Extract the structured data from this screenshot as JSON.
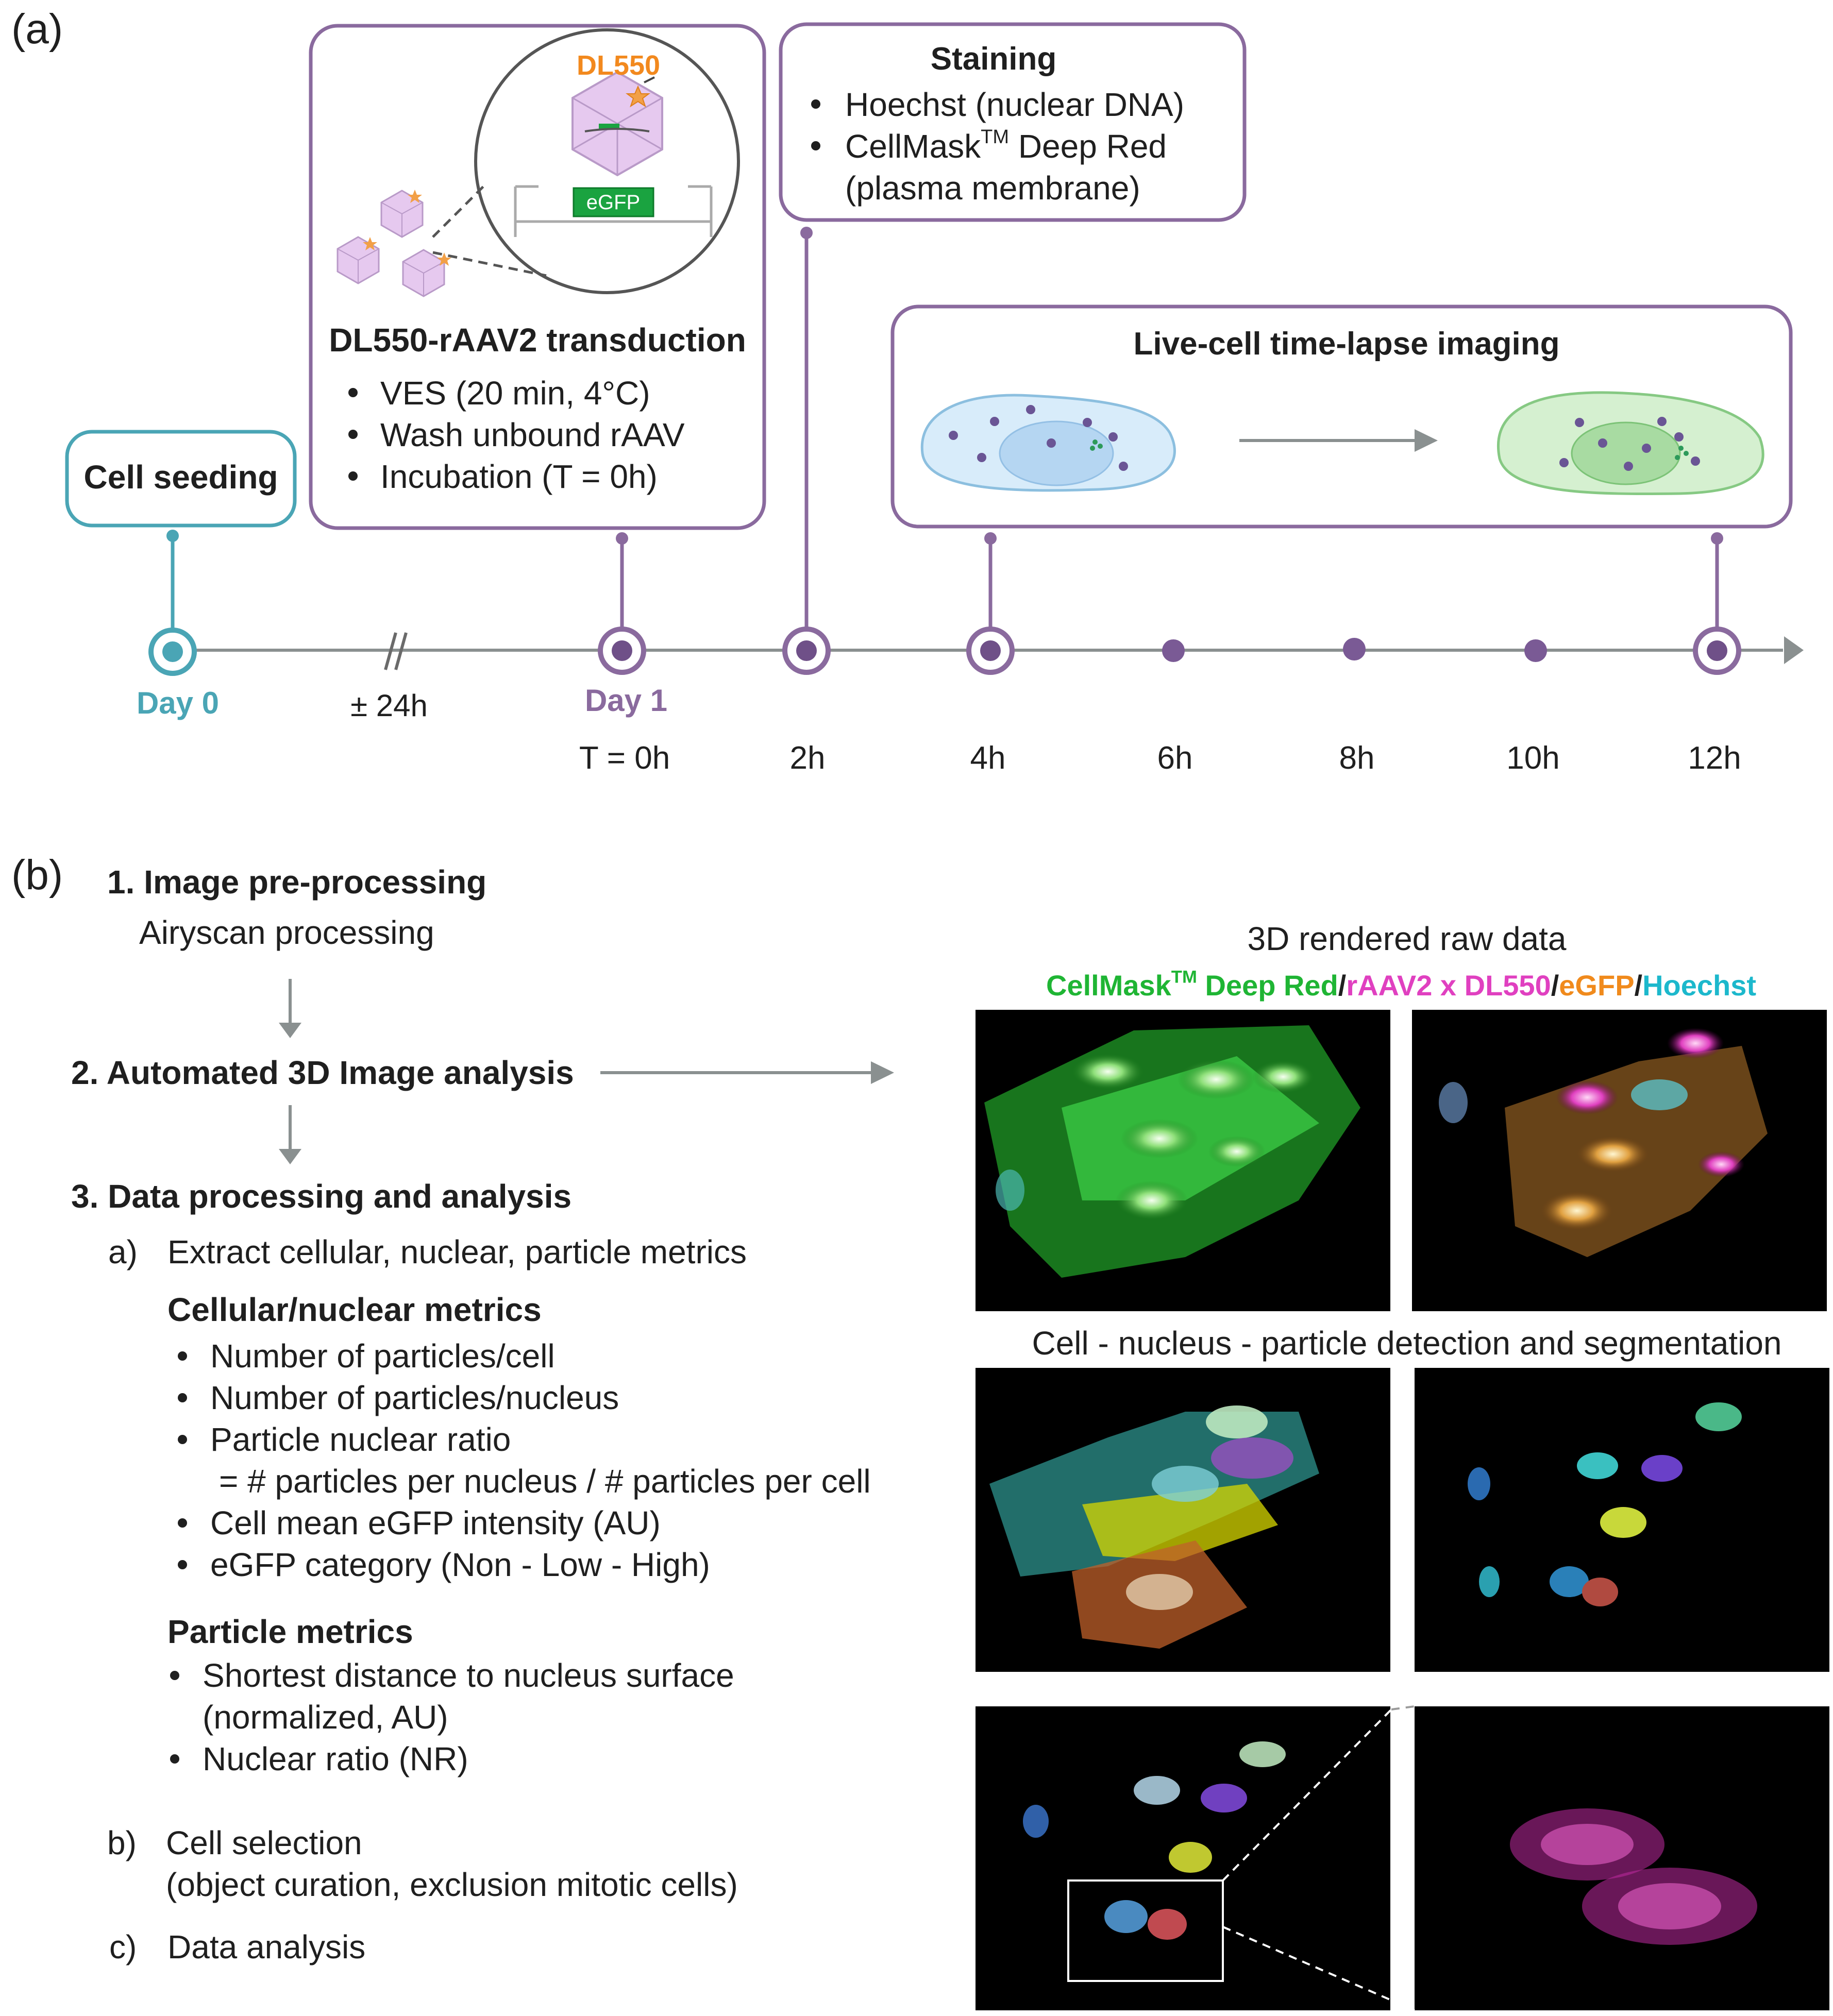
{
  "panel_a": {
    "label": "(a)",
    "timeline": {
      "day0": "Day 0",
      "gap": "± 24h",
      "day1": "Day 1",
      "times": [
        "T = 0h",
        "2h",
        "4h",
        "6h",
        "8h",
        "10h",
        "12h"
      ]
    },
    "cell_seeding": "Cell seeding",
    "transduction": {
      "title": "DL550-rAAV2 transduction",
      "items": [
        "VES (20 min, 4°C)",
        "Wash unbound rAAV",
        "Incubation (T = 0h)"
      ],
      "dye_label": "DL550",
      "gene_label": "eGFP"
    },
    "staining": {
      "title": "Staining",
      "item1": "Hoechst (nuclear DNA)",
      "item2_main": "CellMask",
      "item2_sup": "TM",
      "item2_rest": " Deep Red",
      "item2_line2": "(plasma membrane)"
    },
    "imaging": {
      "title": "Live-cell time-lapse imaging"
    },
    "colors": {
      "teal": "#4aa5b5",
      "purple": "#8a6a9e",
      "dark_purple": "#6f5088",
      "axis": "#8a9090"
    }
  },
  "panel_b": {
    "label": "(b)",
    "step1_title": "1. Image pre-processing",
    "step1_sub": "Airyscan processing",
    "step2_title": "2. Automated 3D Image analysis",
    "step3_title": "3. Data processing and analysis",
    "a_label": "a)",
    "a_text": "Extract cellular, nuclear, particle metrics",
    "cellular_title": "Cellular/nuclear metrics",
    "cellular_items": [
      "Number of particles/cell",
      "Number of particles/nucleus",
      "Particle nuclear ratio",
      "= # particles per nucleus / # particles per cell",
      "Cell mean eGFP intensity (AU)",
      "eGFP category (Non - Low - High)"
    ],
    "particle_title": "Particle metrics",
    "particle_items": [
      "Shortest distance to nucleus surface",
      "(normalized, AU)",
      "Nuclear ratio (NR)"
    ],
    "b_label": "b)",
    "b_text1": "Cell selection",
    "b_text2": "(object curation, exclusion mitotic cells)",
    "c_label": "c)",
    "c_text": "Data analysis",
    "raw_caption": "3D rendered raw data",
    "legend": {
      "cellmask": "CellMask",
      "tm": "TM",
      "deep_red": " Deep Red",
      "sep": "/",
      "raav": "rAAV2 x DL550",
      "egfp": "eGFP",
      "hoechst": "Hoechst"
    },
    "seg_caption": "Cell - nucleus - particle detection and segmentation",
    "legend_colors": {
      "cellmask": "#1fb534",
      "raav": "#e040c0",
      "egfp": "#f08a1c",
      "hoechst": "#1cb8cc"
    }
  }
}
